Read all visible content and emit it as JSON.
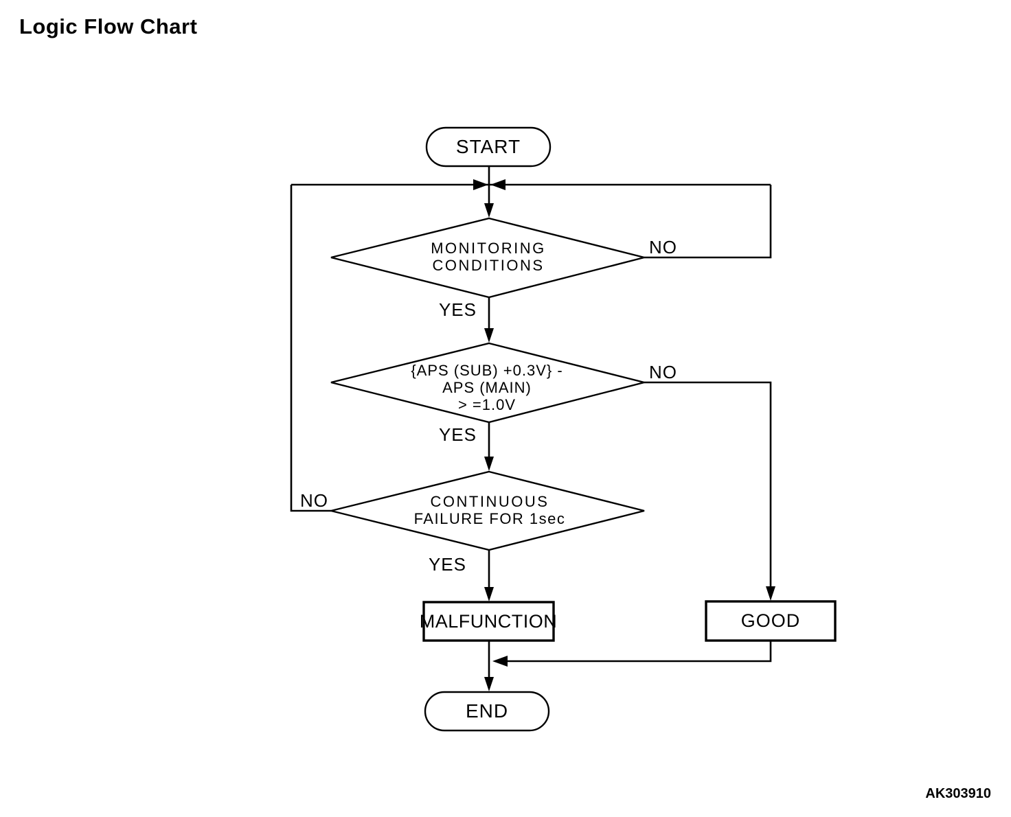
{
  "page": {
    "title": "Logic Flow Chart",
    "figure_code": "AK303910"
  },
  "colors": {
    "ink": "#000000",
    "paper": "#ffffff"
  },
  "flowchart": {
    "nodes": {
      "start": {
        "type": "terminator",
        "label": "START"
      },
      "monitoring_conditions": {
        "type": "decision",
        "lines": [
          "MONITORING",
          "CONDITIONS"
        ]
      },
      "aps_comparison": {
        "type": "decision",
        "lines": [
          "{APS (SUB) +0.3V} -",
          "APS (MAIN)",
          "> =1.0V"
        ]
      },
      "continuous_failure": {
        "type": "decision",
        "lines": [
          "CONTINUOUS",
          "FAILURE FOR 1sec"
        ]
      },
      "malfunction": {
        "type": "process",
        "label": "MALFUNCTION"
      },
      "good": {
        "type": "process",
        "label": "GOOD"
      },
      "end": {
        "type": "terminator",
        "label": "END"
      }
    },
    "branch_labels": {
      "monitoring_yes": "YES",
      "monitoring_no": "NO",
      "aps_yes": "YES",
      "aps_no": "NO",
      "continuous_yes": "YES",
      "continuous_no": "NO"
    }
  }
}
